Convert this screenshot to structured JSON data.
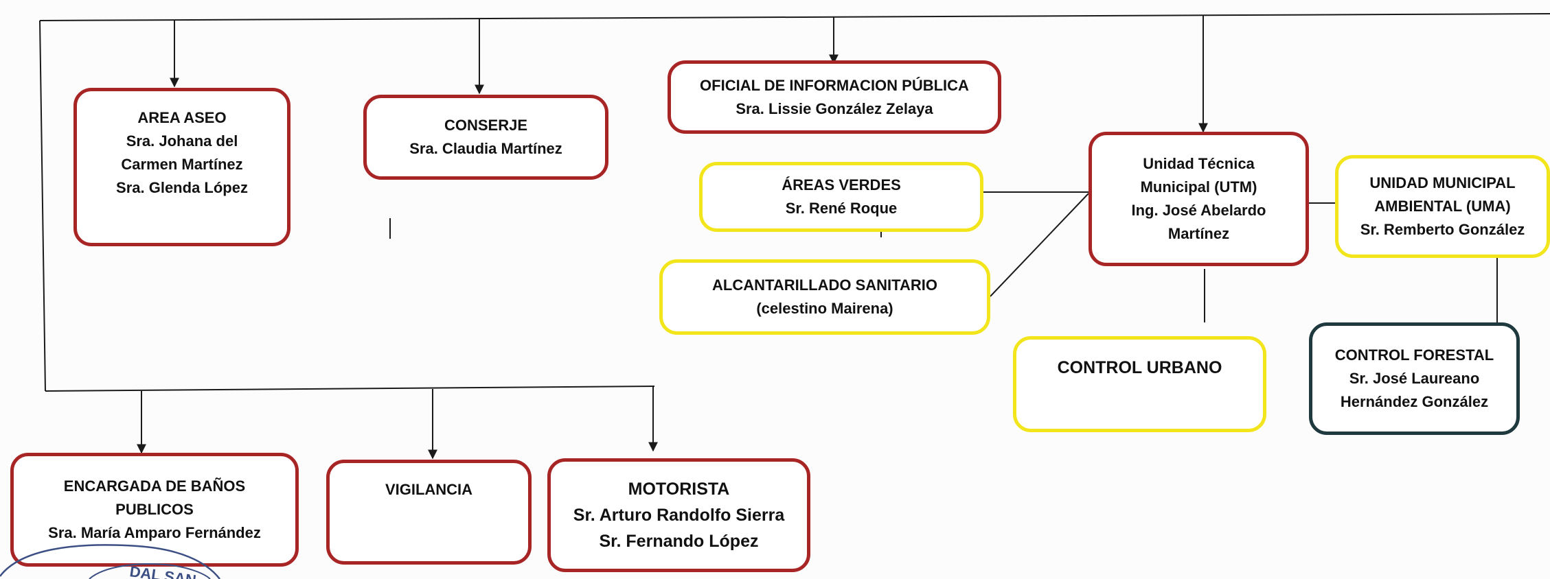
{
  "nodes": {
    "area_aseo": {
      "lines": [
        "AREA ASEO",
        "Sra. Johana del",
        "Carmen Martínez",
        "Sra. Glenda López"
      ]
    },
    "conserje": {
      "lines": [
        "CONSERJE",
        "Sra. Claudia Martínez"
      ]
    },
    "oficial_informacion": {
      "lines": [
        "OFICIAL DE INFORMACION PÚBLICA",
        "Sra. Lissie González Zelaya"
      ]
    },
    "areas_verdes": {
      "lines": [
        "ÁREAS VERDES",
        "Sr. René Roque"
      ]
    },
    "alcantarillado": {
      "lines": [
        "ALCANTARILLADO SANITARIO",
        "(celestino Mairena)"
      ]
    },
    "utm": {
      "lines": [
        "Unidad Técnica",
        "Municipal (UTM)",
        "Ing. José Abelardo",
        "Martínez"
      ]
    },
    "uma": {
      "lines": [
        "UNIDAD MUNICIPAL",
        "AMBIENTAL (UMA)",
        "Sr. Remberto González"
      ]
    },
    "control_urbano": {
      "lines": [
        "CONTROL URBANO"
      ]
    },
    "control_forestal": {
      "lines": [
        "CONTROL FORESTAL",
        "Sr. José Laureano",
        "Hernández González"
      ]
    },
    "banos_publicos": {
      "lines": [
        "ENCARGADA DE BAÑOS",
        "PUBLICOS",
        "Sra. María Amparo Fernández"
      ]
    },
    "vigilancia": {
      "lines": [
        "VIGILANCIA"
      ]
    },
    "motorista": {
      "lines": [
        "MOTORISTA",
        "Sr. Arturo Randolfo Sierra",
        "Sr. Fernando López"
      ]
    }
  },
  "stamp": {
    "text": "DAL SAN"
  },
  "colors": {
    "red_border": "#a82525",
    "yellow_border": "#f3e51c",
    "dark_border": "#1f3a3f",
    "connector": "#1a1a1a"
  }
}
